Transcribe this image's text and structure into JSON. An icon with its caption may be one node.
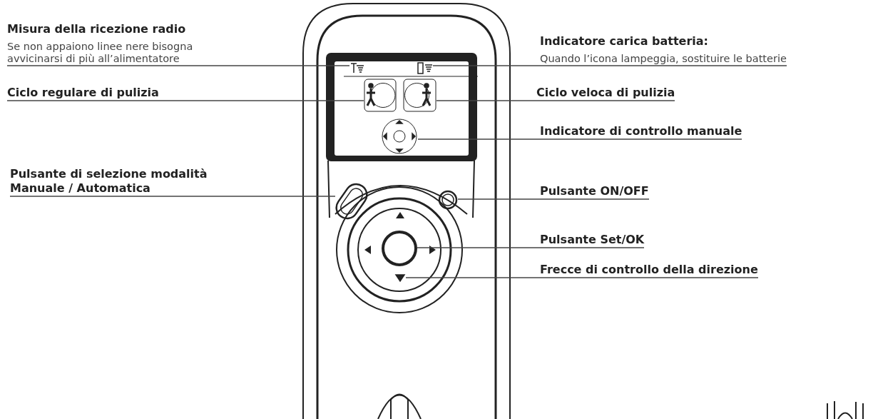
{
  "diagram": {
    "nodes": [
      {
        "text": [
          "Misura della ricezione radio",
          "Se non appaiono linee nere bisogna avvicinarsi di più all’alimentatore"
        ]
      },
      {
        "text": [
          "Indicatore carica batteria:",
          "Quando l’icona lampeggia, sostituire le batterie"
        ]
      },
      {
        "text": [
          "Ciclo regulare di pulizia"
        ]
      },
      {
        "text": [
          "Ciclo veloca di pulizia"
        ]
      },
      {
        "text": [
          "Indicatore di controllo manuale"
        ]
      },
      {
        "text": [
          "Pulsante di selezione modalità Manuale / Automatica"
        ]
      },
      {
        "text": [
          "Pulsante ON/OFF"
        ]
      },
      {
        "text": [
          "Pulsante Set/OK"
        ]
      },
      {
        "text": [
          "Frecce di controllo della direzione"
        ]
      },
      {
        "text": [],
        "shape": "picture"
      },
      {
        "text": [],
        "shape": "picture"
      },
      {
        "text": [],
        "shape": "picture"
      },
      {
        "text": [],
        "shape": "picture"
      },
      {
        "text": [],
        "shape": "circle"
      },
      {
        "text": [],
        "shape": "box"
      },
      {
        "text": [],
        "shape": "circle"
      },
      {
        "text": [],
        "shape": "circle"
      },
      {
        "text": [],
        "shape": "picture"
      }
    ],
    "edges": [
      {
        "from": 0,
        "to": 9,
        "arrow": "none"
      },
      {
        "from": 1,
        "to": 10,
        "arrow": "none"
      },
      {
        "from": 2,
        "to": 11,
        "arrow": "none"
      },
      {
        "from": 3,
        "to": 12,
        "arrow": "none"
      },
      {
        "from": 4,
        "to": 13,
        "arrow": "none"
      },
      {
        "from": 5,
        "to": 14,
        "arrow": "none"
      },
      {
        "from": 6,
        "to": 15,
        "arrow": "none"
      },
      {
        "from": 7,
        "to": 16,
        "arrow": "none"
      },
      {
        "from": 8,
        "to": 17,
        "arrow": "none"
      }
    ]
  }
}
